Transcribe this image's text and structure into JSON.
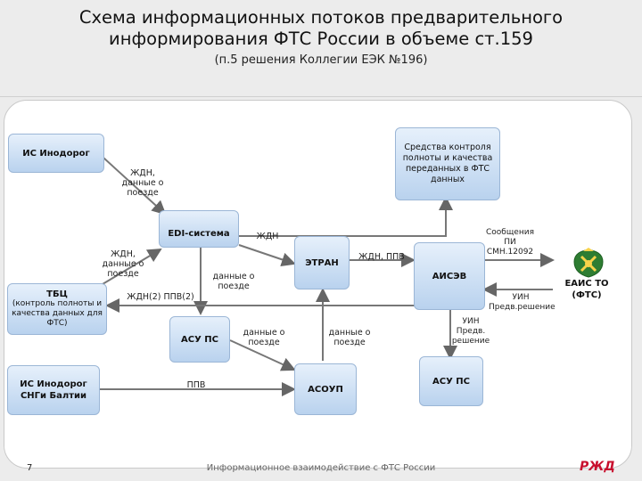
{
  "header": {
    "title": "Схема информационных потоков предварительного информирования ФТС России в объеме ст.159",
    "subtitle": "(п.5 решения Коллегии ЕЭК №196)"
  },
  "boxes": {
    "is_inodorog": "ИС Инодорог",
    "sredstva": "Средства контроля полноты и качества переданных в ФТС данных",
    "edi": "EDI-система",
    "tbc_title": "ТБЦ",
    "tbc_sub": "(контроль полноты и качества данных для ФТС)",
    "etran": "ЭТРАН",
    "aisev": "АИСЭВ",
    "asu_ps_left": "АСУ ПС",
    "is_inodorog_sng": "ИС Инодорог СНГи Балтии",
    "asoup": "АСОУП",
    "asu_ps_right": "АСУ ПС",
    "eais": "ЕАИС ТО (ФТС)"
  },
  "labels": {
    "zhdn_dannye_1": "ЖДН,\nданные о\nпоезде",
    "zhdn_1": "ЖДН",
    "zhdn_dannye_2": "ЖДН,\nданные о\nпоезде",
    "dannye_poezde_1": "данные о\nпоезде",
    "zhdn_pps": "ЖДН(2) ППВ(2)",
    "zhdn_ppv": "ЖДН, ППВ",
    "soobshcheniya": "Сообщения\nПИ\nСМН.12092",
    "uin_1": "УИН\nПредв.решение",
    "uin_2": "УИН\nПредв.\nрешение",
    "dannye_poezde_2": "данные о\nпоезде",
    "dannye_poezde_3": "данные о\nпоезде",
    "ppv": "ППВ"
  },
  "footer": {
    "page_number": "7",
    "caption": "Информационное взаимодействие с ФТС России",
    "logo": "РЖД"
  }
}
